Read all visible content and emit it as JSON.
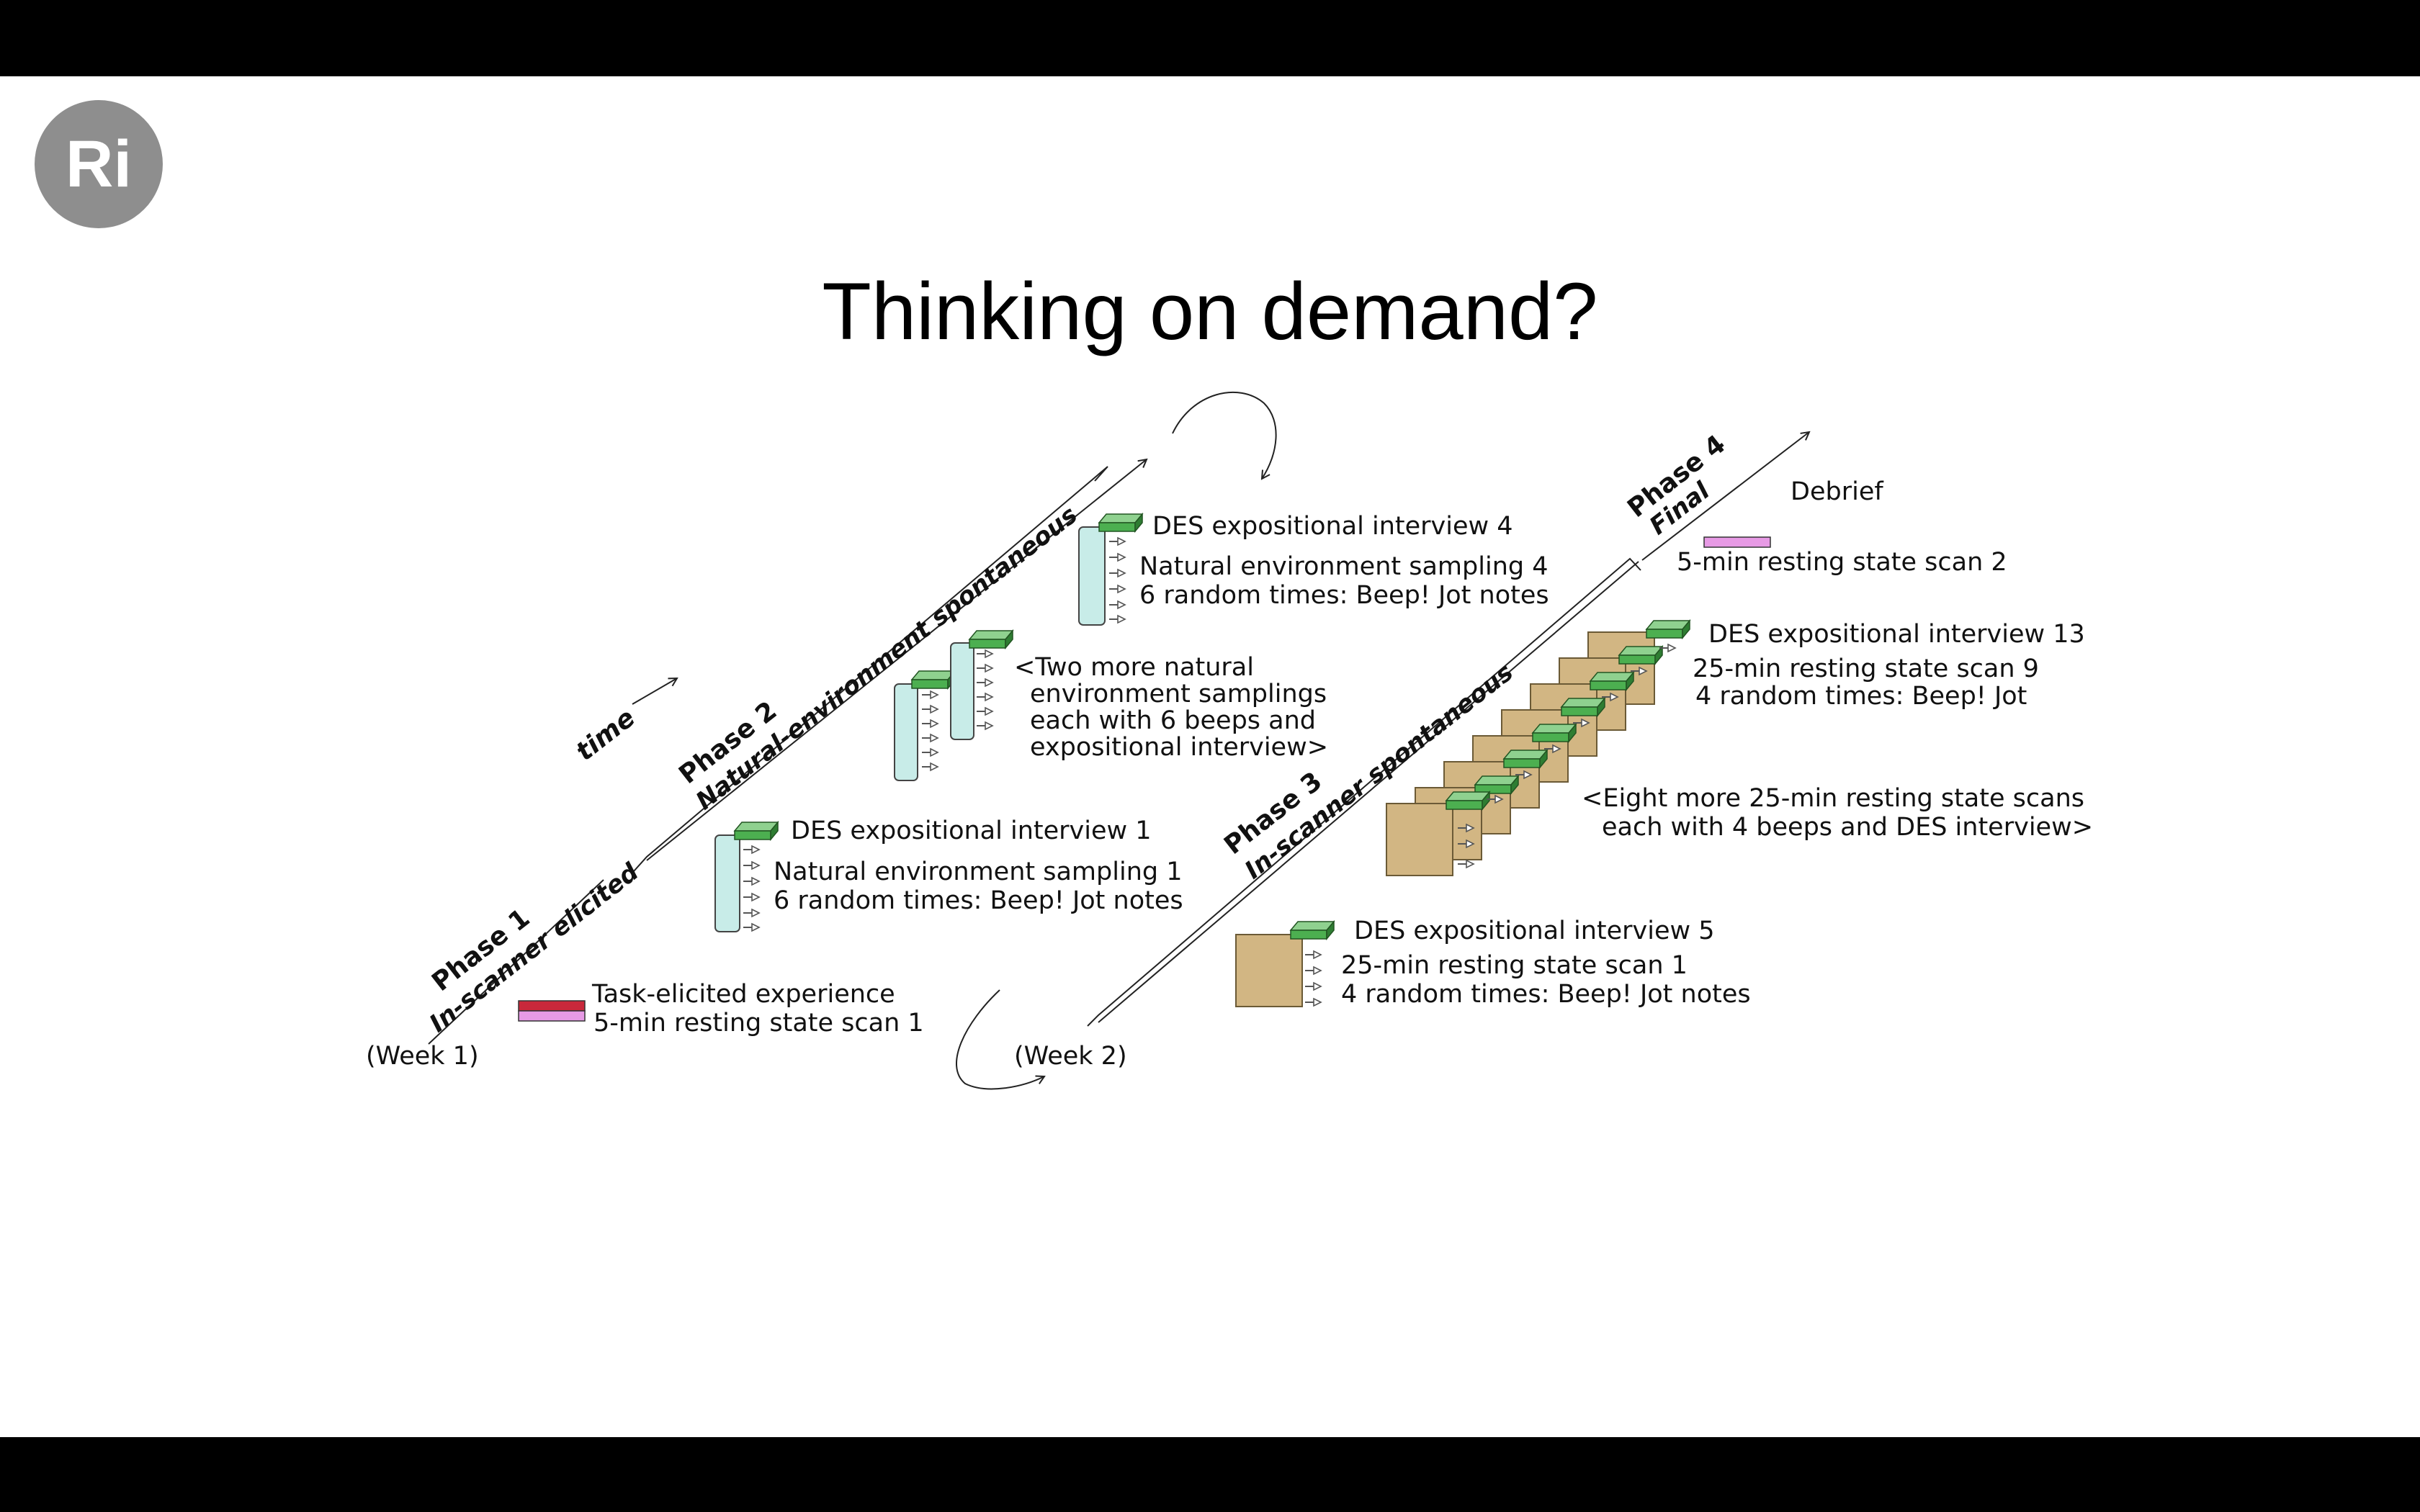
{
  "logo_text": "Ri",
  "title": "Thinking on demand?",
  "colors": {
    "green": "#4caf50",
    "cyan": "#c8ece8",
    "tan": "#d2b683",
    "red": "#c9283b",
    "pink": "#e79ae5"
  },
  "axis_labels": {
    "time": "time",
    "week1": "(Week 1)",
    "week2": "(Week 2)"
  },
  "phases": [
    {
      "name": "Phase 1",
      "subtitle": "In-scanner elicited"
    },
    {
      "name": "Phase 2",
      "subtitle": "Natural-environment spontaneous"
    },
    {
      "name": "Phase 3",
      "subtitle": "In-scanner spontaneous"
    },
    {
      "name": "Phase 4",
      "subtitle": "Final"
    }
  ],
  "phase1": {
    "line1": "Task-elicited experience",
    "line2": "5-min resting state scan 1"
  },
  "phase2": {
    "first": {
      "interview": "DES expositional interview 1",
      "sampling": "Natural environment sampling 1",
      "times": "6 random times: Beep! Jot notes"
    },
    "more": [
      "<Two more natural",
      "environment samplings",
      "each with 6 beeps and",
      "expositional interview>"
    ],
    "last": {
      "interview": "DES expositional interview 4",
      "sampling": "Natural environment sampling 4",
      "times": "6 random times: Beep! Jot notes"
    }
  },
  "phase3": {
    "first": {
      "interview": "DES expositional interview 5",
      "scan": "25-min resting state scan 1",
      "times": "4 random times: Beep! Jot notes"
    },
    "more": [
      "<Eight more 25-min resting state scans",
      "each with 4 beeps and DES interview>"
    ],
    "last": {
      "interview": "DES expositional interview 13",
      "scan": "25-min resting state scan 9",
      "times": "4 random times: Beep! Jot"
    }
  },
  "phase4": {
    "debrief": "Debrief",
    "scan": "5-min resting state scan 2"
  }
}
